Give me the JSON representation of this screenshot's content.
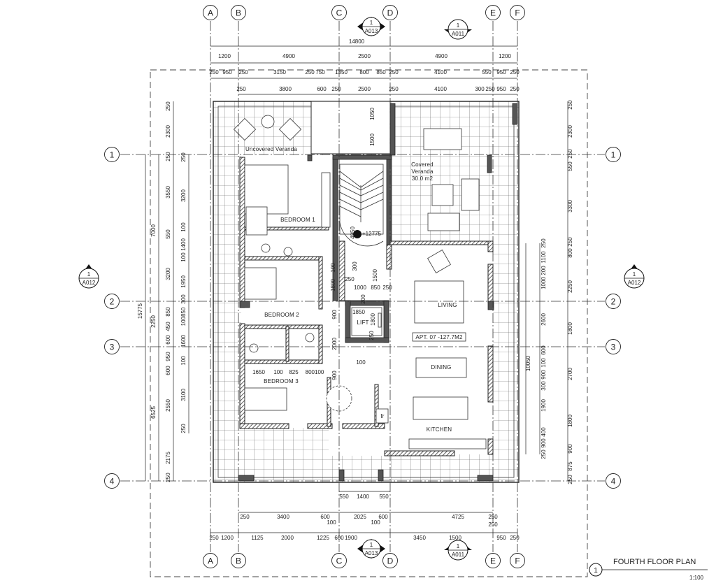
{
  "title": {
    "number": "1",
    "name": "FOURTH FLOOR PLAN",
    "scale": "1:100"
  },
  "grid": {
    "columns": [
      "A",
      "B",
      "C",
      "D",
      "E",
      "F"
    ],
    "rows": [
      "1",
      "2",
      "3",
      "4"
    ]
  },
  "section_markers": {
    "a013": {
      "number": "1",
      "sheet": "A013"
    },
    "a011": {
      "number": "1",
      "sheet": "A011"
    },
    "a012": {
      "number": "1",
      "sheet": "A012"
    }
  },
  "rooms": {
    "uncovered_veranda": "Uncovered Veranda",
    "covered_veranda_1": "Covered",
    "covered_veranda_2": "Veranda",
    "covered_veranda_area": "30.0 m2",
    "bedroom1": "BEDROOM 1",
    "bedroom2": "BEDROOM 2",
    "bedroom3": "BEDROOM 3",
    "living": "LIVING",
    "lift": "LIFT",
    "apartment_tag": "APT. 07 -127.7M2",
    "dining": "DINING",
    "kitchen": "KITCHEN",
    "fridge": "fr",
    "level": "+12775"
  },
  "dimensions": {
    "top_overall": [
      "14800"
    ],
    "top_grid": [
      "1200",
      "4900",
      "2500",
      "4900",
      "1200"
    ],
    "top_row3": [
      "250",
      "950",
      "250",
      "3150",
      "250",
      "750",
      "1350",
      "800",
      "850",
      "250",
      "4100",
      "550",
      "950",
      "250"
    ],
    "top_row4": [
      "250",
      "3800",
      "600",
      "250",
      "2500",
      "250",
      "4100",
      "300",
      "250",
      "950",
      "250"
    ],
    "bottom_core": [
      "550",
      "1400",
      "550"
    ],
    "bottom_row2": [
      "250",
      "3400",
      "600",
      "2025",
      "600",
      "4725",
      "250"
    ],
    "bottom_row2_sub": [
      "100",
      "100",
      "250"
    ],
    "bottom_row3": [
      "250",
      "1200",
      "1125",
      "2000",
      "1225",
      "600",
      "1900",
      "3450",
      "1500",
      "950",
      "250"
    ],
    "left_overall": [
      "15775"
    ],
    "left_grid": [
      "7000",
      "2250",
      "6525"
    ],
    "left_row3": [
      "250",
      "2300",
      "250",
      "3550",
      "550",
      "3200",
      "850",
      "450",
      "600",
      "950",
      "600",
      "2550",
      "2175",
      "250"
    ],
    "left_row4": [
      "250",
      "3200",
      "100",
      "1400",
      "100",
      "1950",
      "300",
      "100850",
      "1600",
      "100",
      "3100",
      "250"
    ],
    "right_inner_overall": [
      "10050"
    ],
    "right_inner": [
      "250",
      "1100",
      "200",
      "1000",
      "2600",
      "600",
      "100",
      "900",
      "300",
      "1900",
      "400",
      "900",
      "250"
    ],
    "right_outer": [
      "250",
      "2300",
      "250",
      "550",
      "3300",
      "250",
      "800",
      "2250",
      "1800",
      "2700",
      "1800",
      "900",
      "875",
      "250"
    ],
    "interior": [
      "1050",
      "1500",
      "4950",
      "1650",
      "100",
      "825",
      "800100",
      "900",
      "2000",
      "900",
      "1800",
      "100",
      "300",
      "250",
      "1000",
      "850",
      "250",
      "1500",
      "1850",
      "1800",
      "250",
      "200",
      "100"
    ]
  }
}
